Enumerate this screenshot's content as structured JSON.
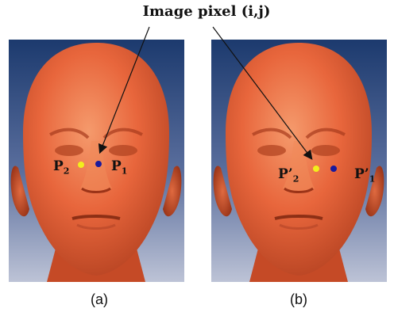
{
  "title": "Image pixel (i,j)",
  "panels": [
    {
      "caption": "(a)",
      "point_left": {
        "base": "P",
        "sub": "2"
      },
      "point_right": {
        "base": "P",
        "sub": "1"
      }
    },
    {
      "caption": "(b)",
      "point_left": {
        "base": "P’",
        "sub": "2"
      },
      "point_right": {
        "base": "P’",
        "sub": "1"
      }
    }
  ],
  "colors": {
    "background_top": "#1c3a6e",
    "background_bottom": "#b9bfd4",
    "face": "#e8663c",
    "face_shadow": "#a8381a",
    "point_yellow": "#f2ee1c",
    "point_blue": "#1a1a9c"
  }
}
